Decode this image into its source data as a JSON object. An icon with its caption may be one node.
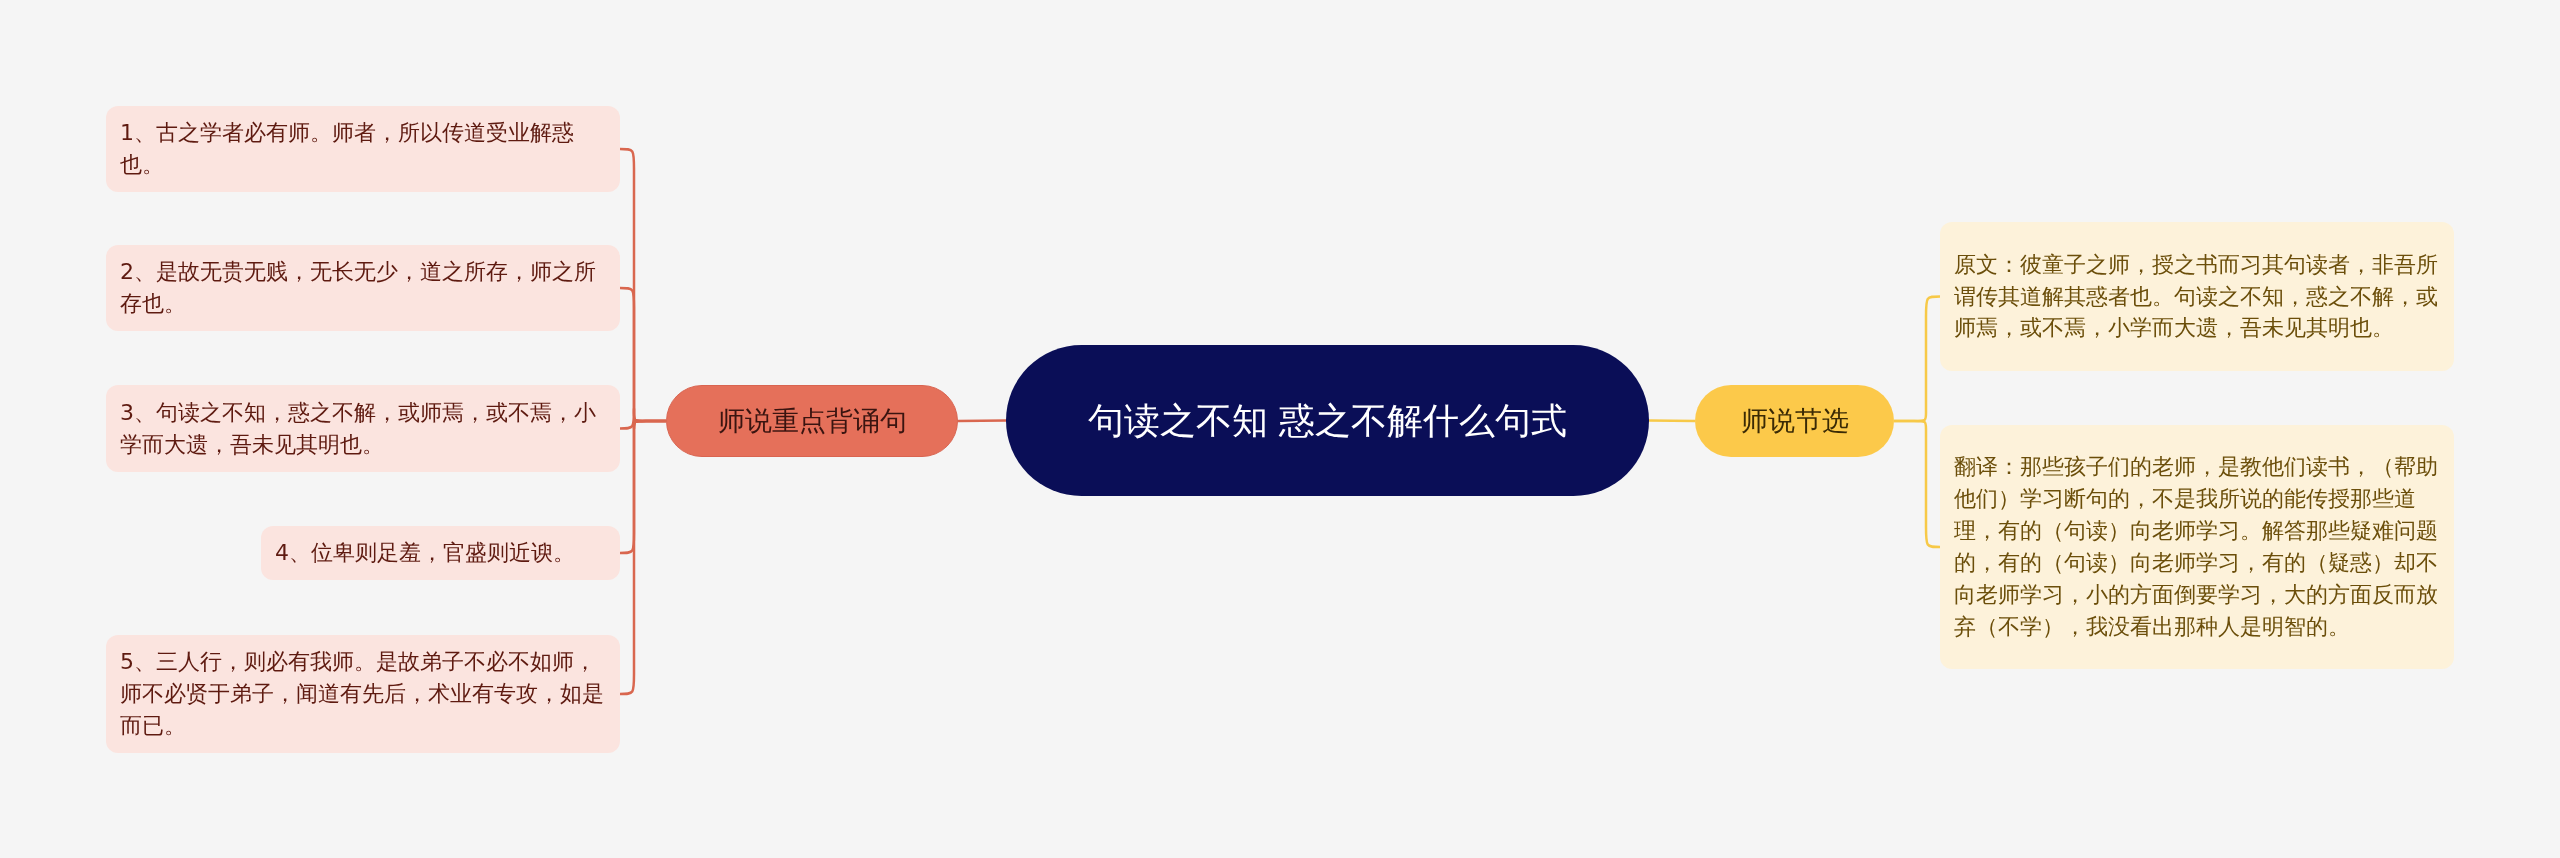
{
  "diagram": {
    "nodes": [
      {
        "text": [
          "句读之不知 惑之不解什么句式"
        ]
      },
      {
        "text": [
          "师说重点背诵句"
        ]
      },
      {
        "text": [
          "1、古之学者必有师。师者，所以传道受业解惑也。"
        ]
      },
      {
        "text": [
          "2、是故无贵无贱，无长无少，道之所存，师之所存也。"
        ]
      },
      {
        "text": [
          "3、句读之不知，惑之不解，或师焉，或不焉，小学而大遗，吾未见其明也。"
        ]
      },
      {
        "text": [
          "4、位卑则足羞，官盛则近谀。"
        ]
      },
      {
        "text": [
          "5、三人行，则必有我师。是故弟子不必不如师，师不必贤于弟子，闻道有先后，术业有专攻，如是而已。"
        ]
      },
      {
        "text": [
          "师说节选"
        ]
      },
      {
        "text": [
          "原文：彼童子之师，授之书而习其句读者，非吾所谓传其道解其惑者也。句读之不知，惑之不解，或师焉，或不焉，小学而大遗，吾未见其明也。"
        ]
      },
      {
        "text": [
          "翻译：那些孩子们的老师，是教他们读书，（帮助他们）学习断句的，不是我所说的能传授那些道理，有的（句读）向老师学习。解答那些疑难问题的，有的（句读）向老师学习，有的（疑惑）却不向老师学习，小的方面倒要学习，大的方面反而放弃（不学），我没看出那种人是明智的。"
        ]
      }
    ],
    "edges": [
      {
        "from": 0,
        "to": 1,
        "arrow": "none"
      },
      {
        "from": 1,
        "to": 2,
        "arrow": "none"
      },
      {
        "from": 1,
        "to": 3,
        "arrow": "none"
      },
      {
        "from": 1,
        "to": 4,
        "arrow": "none"
      },
      {
        "from": 1,
        "to": 5,
        "arrow": "none"
      },
      {
        "from": 1,
        "to": 6,
        "arrow": "none"
      },
      {
        "from": 0,
        "to": 7,
        "arrow": "none",
        "color": "#f7c948"
      },
      {
        "from": 7,
        "to": 8,
        "arrow": "none",
        "color": "#f7c948"
      },
      {
        "from": 7,
        "to": 9,
        "arrow": "none",
        "color": "#f7c948"
      }
    ]
  }
}
